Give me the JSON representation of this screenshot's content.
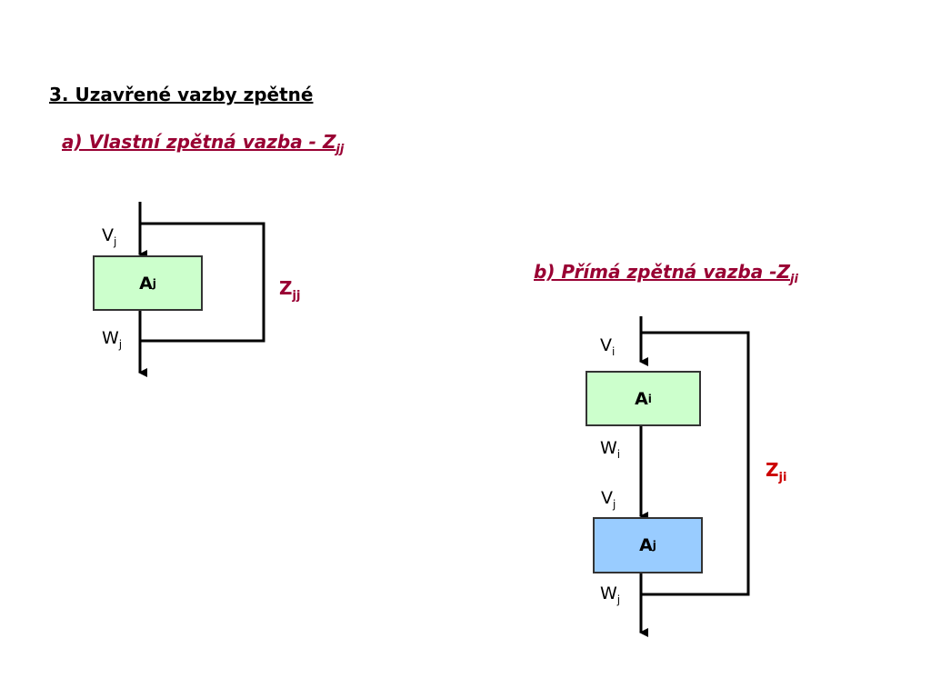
{
  "title": "3. Uzavřené vazby zpětné",
  "section_a": {
    "heading": "a) Vlastní zpětná vazba  - Z",
    "heading_sub": "jj",
    "input_label": "V",
    "input_sub": "j",
    "block_label": "A",
    "block_sub": "j",
    "output_label": "W",
    "output_sub": "j",
    "feedback_label": "Z",
    "feedback_sub": "jj"
  },
  "section_b": {
    "heading": "b) Přímá zpětná vazba  -Z",
    "heading_sub": "ji",
    "input1_label": "V",
    "input1_sub": "i",
    "block1_label": "A",
    "block1_sub": "i",
    "output1_label": "W",
    "output1_sub": "i",
    "input2_label": "V",
    "input2_sub": "j",
    "block2_label": "A",
    "block2_sub": "j",
    "output2_label": "W",
    "output2_sub": "j",
    "feedback_label": "Z",
    "feedback_sub": "ji"
  },
  "colors": {
    "heading": "#990033",
    "feedback_label_a": "#990033",
    "feedback_label_b": "#cc0000",
    "block_green": "#ccffcc",
    "block_blue": "#99ccff",
    "line": "#000000"
  }
}
